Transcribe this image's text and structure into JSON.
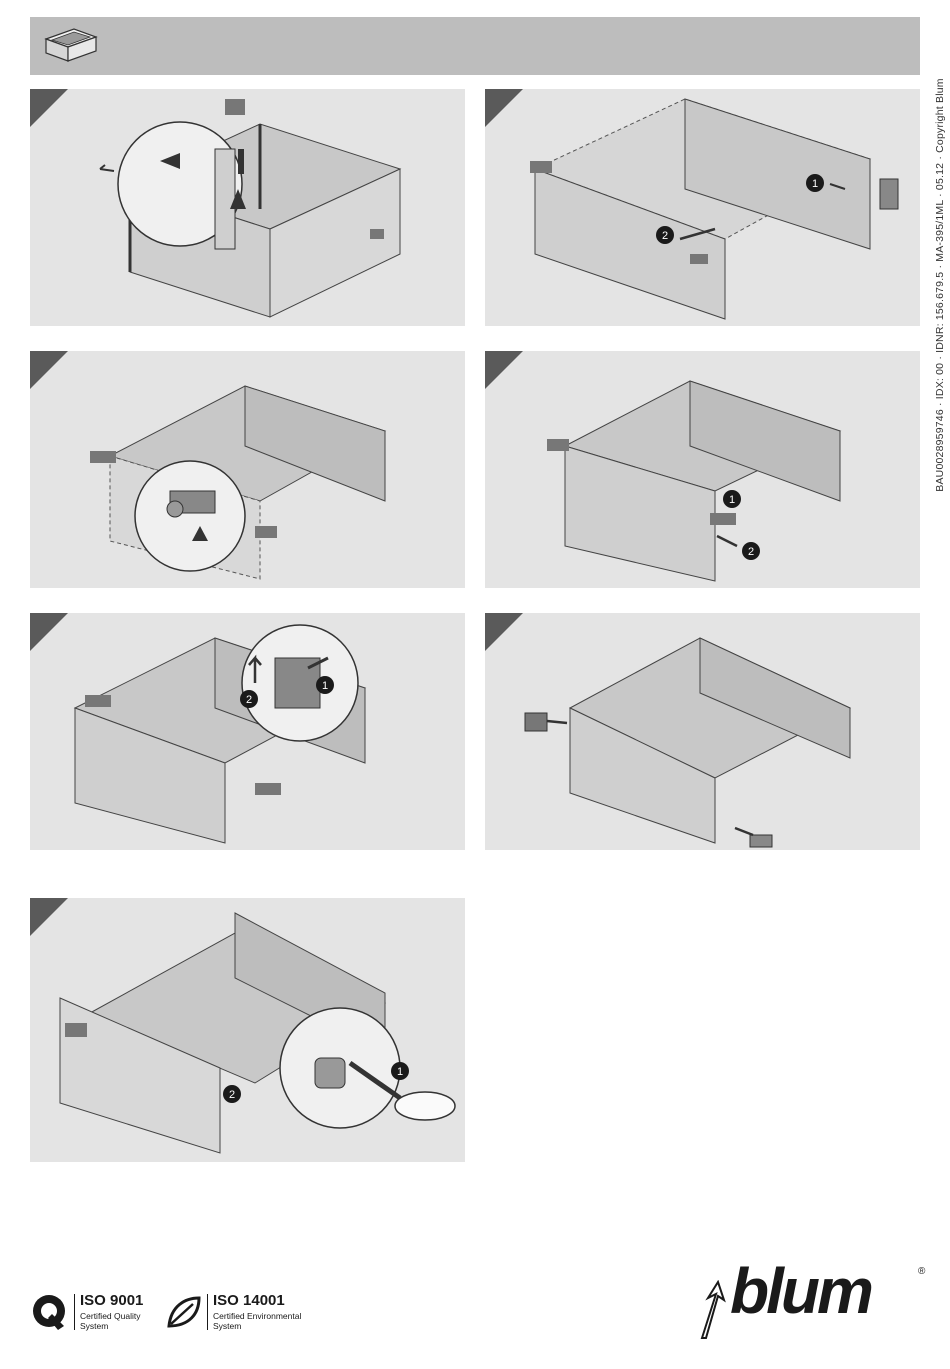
{
  "sidebar": {
    "document_code": "BAU0028959746 · IDX: 00 · IDNR: 156.679.5 · MA-395/1ML · 05.12 · Copyright Blum"
  },
  "steps": [
    {
      "callouts": []
    },
    {
      "callouts": [
        "1",
        "2"
      ]
    },
    {
      "callouts": []
    },
    {
      "callouts": [
        "1",
        "2"
      ]
    },
    {
      "callouts": [
        "2",
        "1"
      ]
    },
    {
      "callouts": []
    },
    {
      "callouts": [
        "1",
        "2"
      ]
    }
  ],
  "certifications": [
    {
      "icon": "quality-q-icon",
      "title": "ISO 9001",
      "line1": "Certified Quality",
      "line2": "System"
    },
    {
      "icon": "leaf-icon",
      "title": "ISO 14001",
      "line1": "Certified Environmental",
      "line2": "System"
    }
  ],
  "brand": {
    "name": "blum",
    "registered": "®"
  },
  "colors": {
    "header": "#bdbdbd",
    "panel": "#e4e4e4",
    "corner": "#5a5a5a",
    "ink": "#1a1a1a"
  }
}
